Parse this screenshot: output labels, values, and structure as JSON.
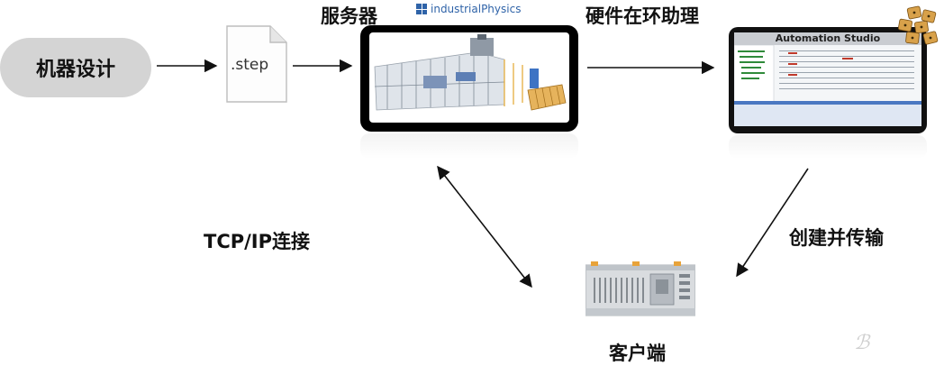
{
  "nodes": {
    "machine_design": "机器设计",
    "step_file": ".step",
    "server": "服务器",
    "brand": "industrialPhysics",
    "hil": "硬件在环助理",
    "automation_studio": "Automation Studio",
    "client": "客户端"
  },
  "edges": {
    "tcp_ip": "TCP/IP连接",
    "create_transfer": "创建并传输"
  },
  "watermark": "ℬ",
  "colors": {
    "pill": "#d4d4d4",
    "brand_blue": "#2f63a8",
    "arrow": "#111111",
    "badge": "#d8a14a"
  }
}
